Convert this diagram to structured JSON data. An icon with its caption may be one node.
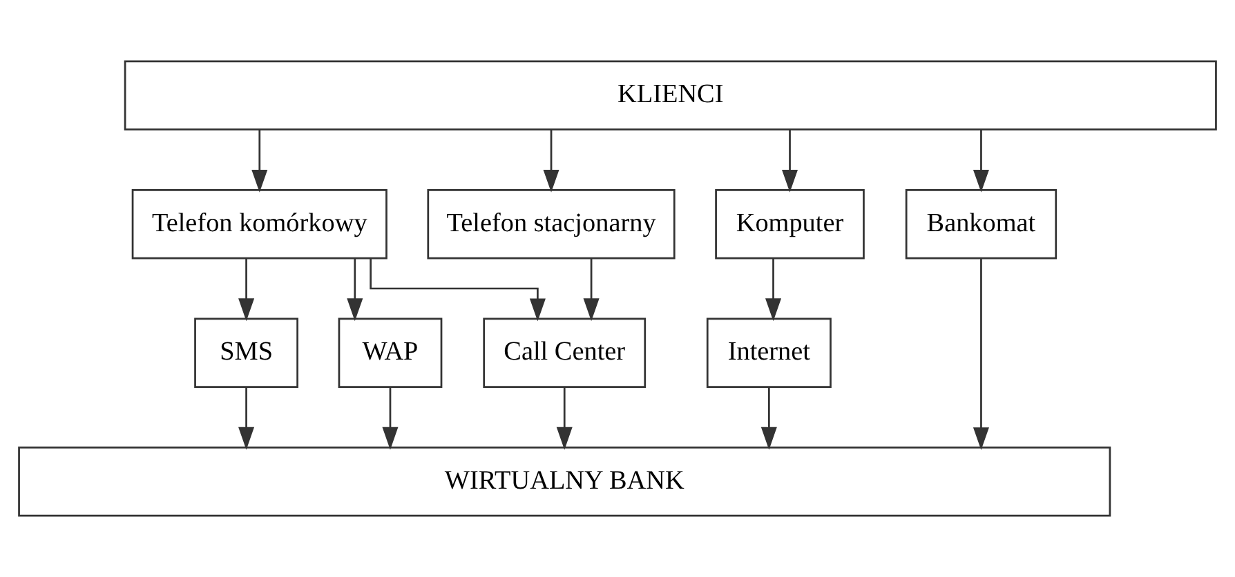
{
  "diagram": {
    "nodes": [
      {
        "text": [
          "KLIENCI"
        ]
      },
      {
        "text": [
          "Telefon komórkowy"
        ]
      },
      {
        "text": [
          "Telefon stacjonarny"
        ]
      },
      {
        "text": [
          "Komputer"
        ]
      },
      {
        "text": [
          "Bankomat"
        ]
      },
      {
        "text": [
          "SMS"
        ]
      },
      {
        "text": [
          "WAP"
        ]
      },
      {
        "text": [
          "Call Center"
        ]
      },
      {
        "text": [
          "Internet"
        ]
      },
      {
        "text": [
          "WIRTUALNY BANK"
        ]
      }
    ],
    "edges": [
      {
        "from": 0,
        "to": 1,
        "arrow": "to"
      },
      {
        "from": 0,
        "to": 2,
        "arrow": "to"
      },
      {
        "from": 0,
        "to": 3,
        "arrow": "to"
      },
      {
        "from": 0,
        "to": 4,
        "arrow": "to"
      },
      {
        "from": 1,
        "to": 5,
        "arrow": "to"
      },
      {
        "from": 1,
        "to": 6,
        "arrow": "to"
      },
      {
        "from": 1,
        "to": 7,
        "arrow": "to"
      },
      {
        "from": 2,
        "to": 7,
        "arrow": "to"
      },
      {
        "from": 3,
        "to": 8,
        "arrow": "to"
      },
      {
        "from": 5,
        "to": 9,
        "arrow": "to"
      },
      {
        "from": 6,
        "to": 9,
        "arrow": "to"
      },
      {
        "from": 7,
        "to": 9,
        "arrow": "to"
      },
      {
        "from": 8,
        "to": 9,
        "arrow": "to"
      },
      {
        "from": 4,
        "to": 9,
        "arrow": "to"
      }
    ]
  }
}
